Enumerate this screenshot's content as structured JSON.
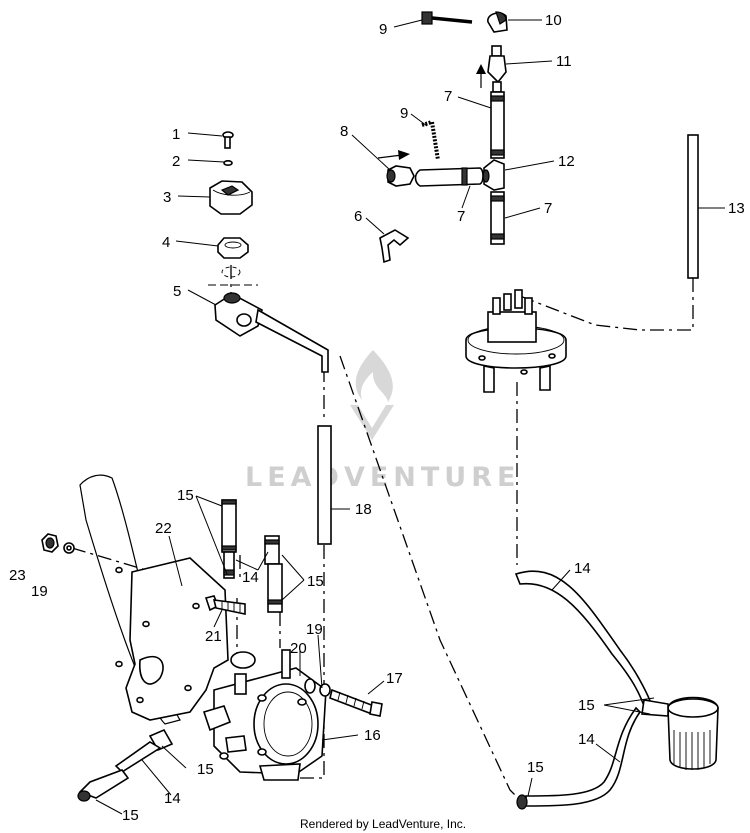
{
  "callouts": {
    "c1": "1",
    "c2": "2",
    "c3": "3",
    "c4": "4",
    "c5": "5",
    "c6": "6",
    "c7a": "7",
    "c7b": "7",
    "c7c": "7",
    "c8": "8",
    "c9a": "9",
    "c9b": "9",
    "c10": "10",
    "c11": "11",
    "c12": "12",
    "c13": "13",
    "c14a": "14",
    "c14b": "14",
    "c14c": "14",
    "c14d": "14",
    "c15a": "15",
    "c15b": "15",
    "c15c": "15",
    "c15d": "15",
    "c15e": "15",
    "c15f": "15",
    "c16": "16",
    "c17": "17",
    "c18": "18",
    "c19a": "19",
    "c19b": "19",
    "c20": "20",
    "c21": "21",
    "c22": "22",
    "c23": "23"
  },
  "watermark": "LEADVENTURE",
  "footer": "Rendered by LeadVenture, Inc."
}
